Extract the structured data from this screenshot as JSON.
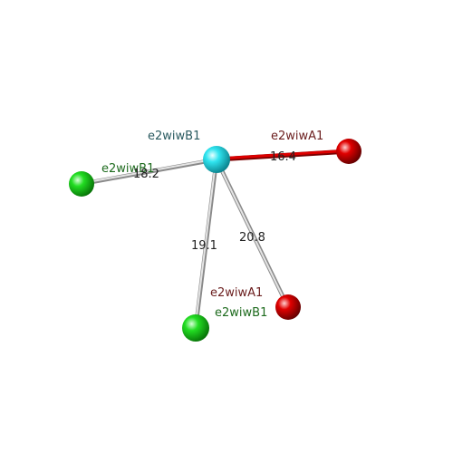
{
  "colors": {
    "center_node": "#1fd8e6",
    "green_node": "#1ccc1c",
    "red_node": "#d80000",
    "bond_gray": "#b8b8b8",
    "bond_red": "#dd0000",
    "label_center": "#2a5a60",
    "label_green": "#1e6b1e",
    "label_red": "#6b1e1e",
    "distance_text": "#222222"
  },
  "nodes": [
    {
      "id": "center",
      "label": "e2wiwB1",
      "kind": "center"
    },
    {
      "id": "red_top",
      "label": "e2wiwA1",
      "kind": "red"
    },
    {
      "id": "green_left",
      "label": "e2wiwB1",
      "kind": "green"
    },
    {
      "id": "red_bottom",
      "label": "e2wiwA1",
      "kind": "red"
    },
    {
      "id": "green_bottom",
      "label": "e2wiwB1",
      "kind": "green"
    }
  ],
  "edges": [
    {
      "from": "center",
      "to": "red_top",
      "distance": "16.4",
      "style": "red"
    },
    {
      "from": "center",
      "to": "green_left",
      "distance": "18.2",
      "style": "gray"
    },
    {
      "from": "center",
      "to": "green_bottom",
      "distance": "19.1",
      "style": "gray"
    },
    {
      "from": "center",
      "to": "red_bottom",
      "distance": "20.8",
      "style": "gray"
    }
  ]
}
